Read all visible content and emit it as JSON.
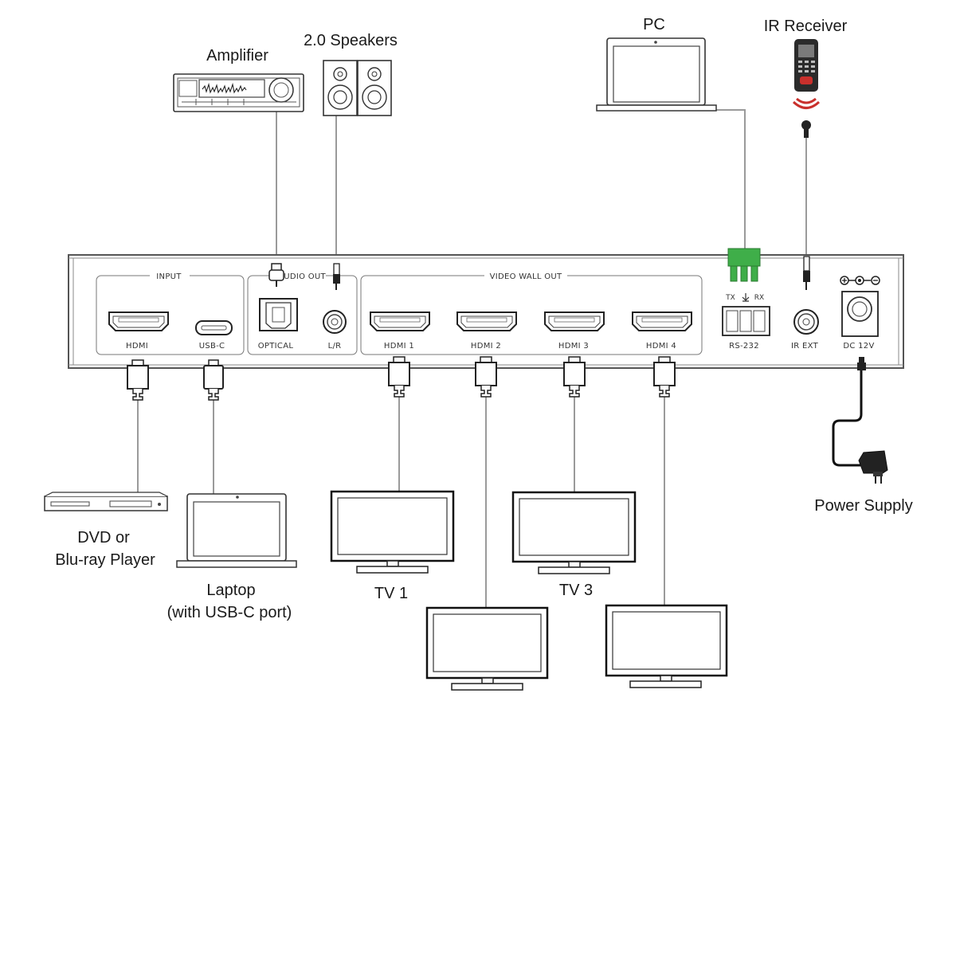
{
  "devices": {
    "amplifier": "Amplifier",
    "speakers": "2.0 Speakers",
    "pc": "PC",
    "ir_receiver": "IR Receiver",
    "dvd_line1": "DVD or",
    "dvd_line2": "Blu-ray Player",
    "laptop_line1": "Laptop",
    "laptop_line2": "(with USB-C port)",
    "tv1": "TV 1",
    "tv3": "TV 3",
    "power_supply": "Power Supply"
  },
  "panel": {
    "input_group": "INPUT",
    "audio_out_group": "AUDIO OUT",
    "video_wall_group": "VIDEO WALL OUT",
    "ports": {
      "hdmi_in": "HDMI",
      "usb_c": "USB-C",
      "optical": "OPTICAL",
      "lr": "L/R",
      "hdmi1": "HDMI 1",
      "hdmi2": "HDMI 2",
      "hdmi3": "HDMI 3",
      "hdmi4": "HDMI 4",
      "rs232": "RS-232",
      "ir_ext": "IR EXT",
      "dc": "DC 12V"
    },
    "rs232_tx": "TX",
    "rs232_rx": "RX"
  },
  "colors": {
    "connector_green": "#3fae49",
    "ir_signal_red": "#c9302c",
    "outline": "#333333",
    "wire": "#9a9a9a"
  }
}
